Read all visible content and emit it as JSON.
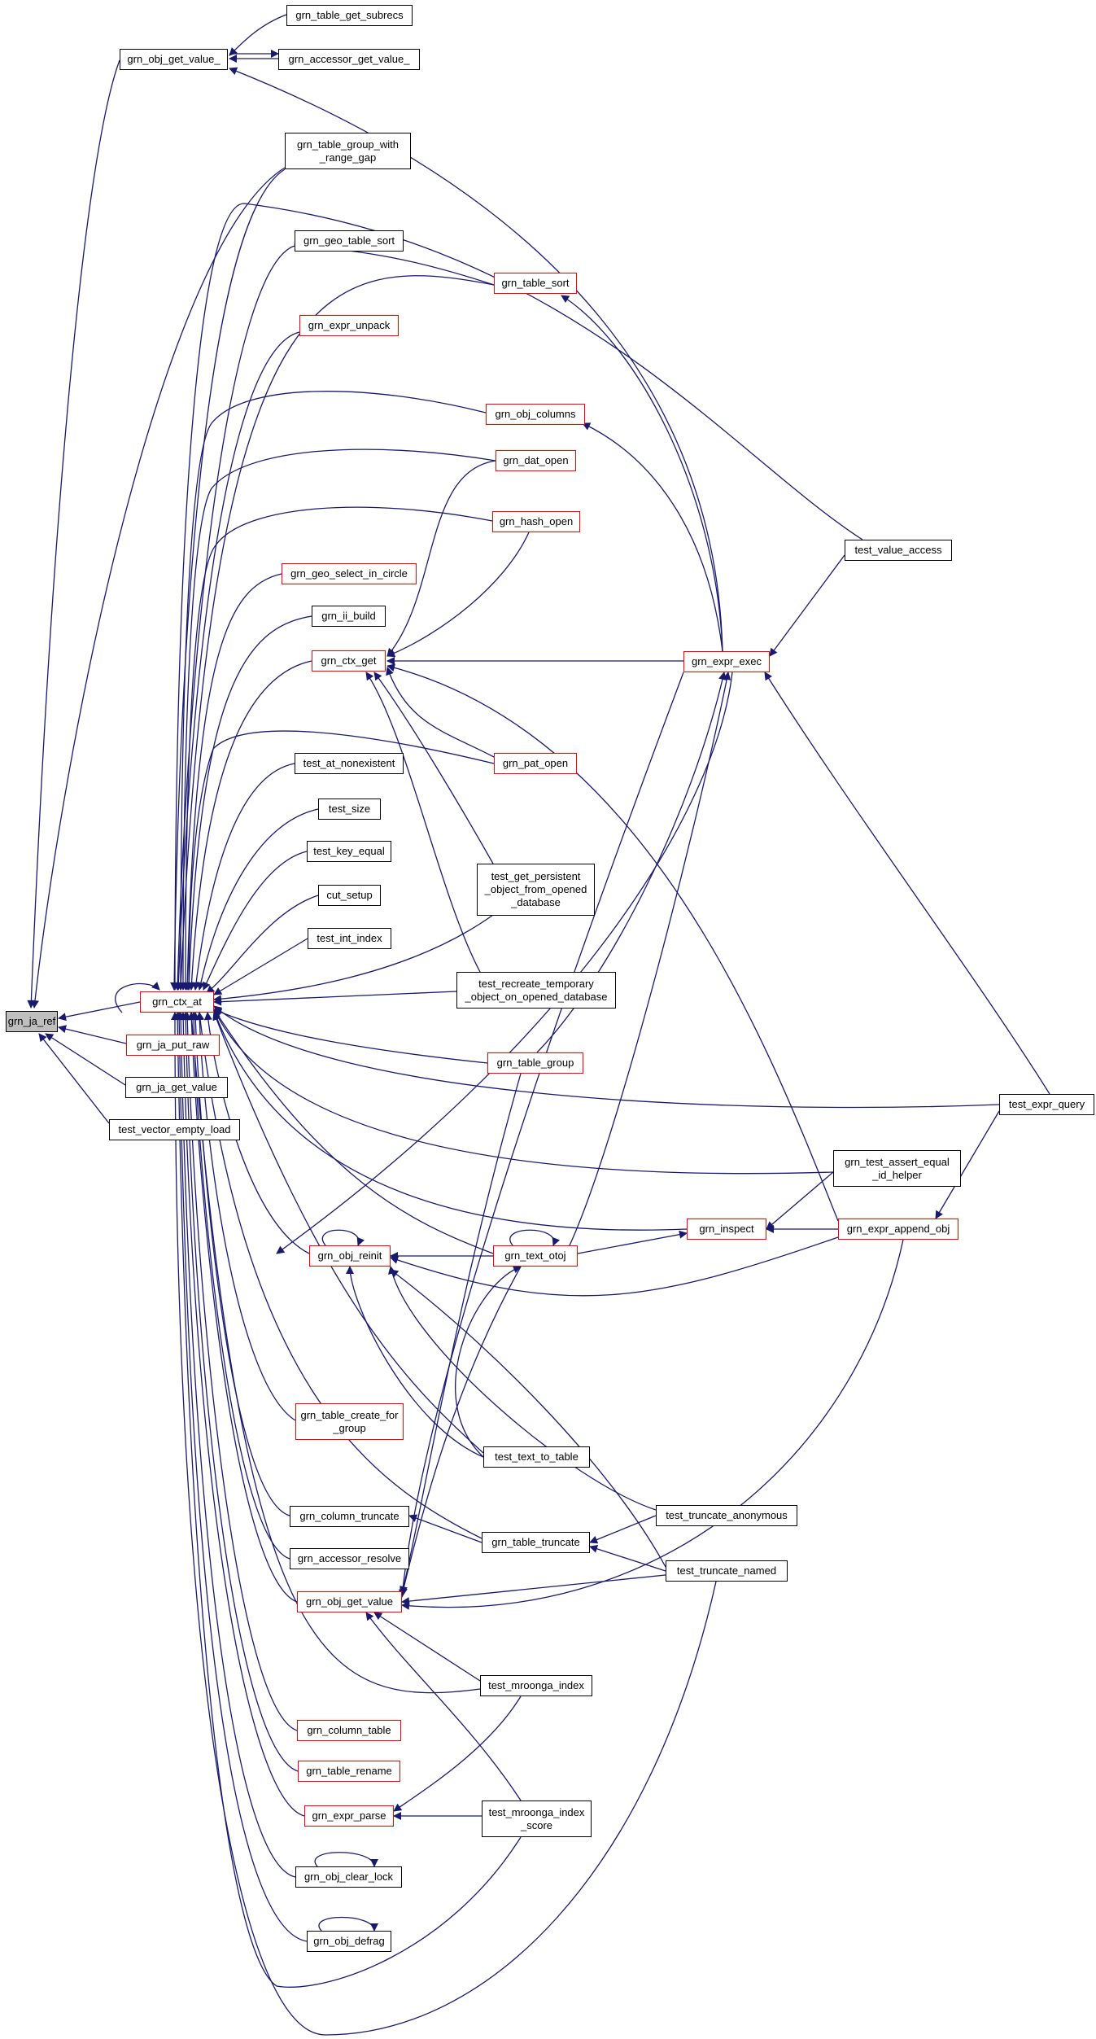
{
  "colors": {
    "edge": "#191970",
    "normal_border": "#000000",
    "highlight_border": "#ff0000",
    "root_fill": "#bfbfbf",
    "background": "#ffffff"
  },
  "nodes": [
    {
      "id": "grn_ja_ref",
      "label": "grn_ja_ref",
      "style": "root"
    },
    {
      "id": "grn_obj_get_value_",
      "label": "grn_obj_get_value_",
      "style": "normal"
    },
    {
      "id": "grn_table_get_subrecs",
      "label": "grn_table_get_subrecs",
      "style": "normal"
    },
    {
      "id": "grn_accessor_get_value_",
      "label": "grn_accessor_get_value_",
      "style": "normal"
    },
    {
      "id": "grn_table_group_with_range_gap",
      "label": "grn_table_group_with\n_range_gap",
      "style": "normal"
    },
    {
      "id": "grn_geo_table_sort",
      "label": "grn_geo_table_sort",
      "style": "normal"
    },
    {
      "id": "grn_table_sort",
      "label": "grn_table_sort",
      "style": "red"
    },
    {
      "id": "grn_expr_unpack",
      "label": "grn_expr_unpack",
      "style": "red"
    },
    {
      "id": "grn_obj_columns",
      "label": "grn_obj_columns",
      "style": "red"
    },
    {
      "id": "grn_dat_open",
      "label": "grn_dat_open",
      "style": "red"
    },
    {
      "id": "grn_hash_open",
      "label": "grn_hash_open",
      "style": "red"
    },
    {
      "id": "grn_geo_select_in_circle",
      "label": "grn_geo_select_in_circle",
      "style": "red"
    },
    {
      "id": "grn_ii_build",
      "label": "grn_ii_build",
      "style": "normal"
    },
    {
      "id": "grn_ctx_get",
      "label": "grn_ctx_get",
      "style": "red"
    },
    {
      "id": "grn_expr_exec",
      "label": "grn_expr_exec",
      "style": "red"
    },
    {
      "id": "test_value_access",
      "label": "test_value_access",
      "style": "normal"
    },
    {
      "id": "test_at_nonexistent",
      "label": "test_at_nonexistent",
      "style": "normal"
    },
    {
      "id": "grn_pat_open",
      "label": "grn_pat_open",
      "style": "red"
    },
    {
      "id": "test_size",
      "label": "test_size",
      "style": "normal"
    },
    {
      "id": "test_key_equal",
      "label": "test_key_equal",
      "style": "normal"
    },
    {
      "id": "cut_setup",
      "label": "cut_setup",
      "style": "normal"
    },
    {
      "id": "test_get_persistent",
      "label": "test_get_persistent\n_object_from_opened\n_database",
      "style": "normal"
    },
    {
      "id": "test_int_index",
      "label": "test_int_index",
      "style": "normal"
    },
    {
      "id": "test_recreate_temporary",
      "label": "test_recreate_temporary\n_object_on_opened_database",
      "style": "normal"
    },
    {
      "id": "grn_ctx_at",
      "label": "grn_ctx_at",
      "style": "red"
    },
    {
      "id": "grn_ja_put_raw",
      "label": "grn_ja_put_raw",
      "style": "red"
    },
    {
      "id": "grn_table_group",
      "label": "grn_table_group",
      "style": "red"
    },
    {
      "id": "grn_ja_get_value",
      "label": "grn_ja_get_value",
      "style": "normal"
    },
    {
      "id": "test_expr_query",
      "label": "test_expr_query",
      "style": "normal"
    },
    {
      "id": "test_vector_empty_load",
      "label": "test_vector_empty_load",
      "style": "normal"
    },
    {
      "id": "grn_test_assert_equal_id_helper",
      "label": "grn_test_assert_equal\n_id_helper",
      "style": "normal"
    },
    {
      "id": "grn_inspect",
      "label": "grn_inspect",
      "style": "red"
    },
    {
      "id": "grn_expr_append_obj",
      "label": "grn_expr_append_obj",
      "style": "red"
    },
    {
      "id": "grn_obj_reinit",
      "label": "grn_obj_reinit",
      "style": "red"
    },
    {
      "id": "grn_text_otoj",
      "label": "grn_text_otoj",
      "style": "red"
    },
    {
      "id": "grn_table_create_for_group",
      "label": "grn_table_create_for\n_group",
      "style": "red"
    },
    {
      "id": "test_text_to_table",
      "label": "test_text_to_table",
      "style": "normal"
    },
    {
      "id": "grn_column_truncate",
      "label": "grn_column_truncate",
      "style": "normal"
    },
    {
      "id": "test_truncate_anonymous",
      "label": "test_truncate_anonymous",
      "style": "normal"
    },
    {
      "id": "grn_table_truncate",
      "label": "grn_table_truncate",
      "style": "normal"
    },
    {
      "id": "grn_accessor_resolve",
      "label": "grn_accessor_resolve",
      "style": "normal"
    },
    {
      "id": "test_truncate_named",
      "label": "test_truncate_named",
      "style": "normal"
    },
    {
      "id": "grn_obj_get_value",
      "label": "grn_obj_get_value",
      "style": "red"
    },
    {
      "id": "test_mroonga_index",
      "label": "test_mroonga_index",
      "style": "normal"
    },
    {
      "id": "grn_column_table",
      "label": "grn_column_table",
      "style": "red"
    },
    {
      "id": "grn_table_rename",
      "label": "grn_table_rename",
      "style": "red"
    },
    {
      "id": "grn_expr_parse",
      "label": "grn_expr_parse",
      "style": "red"
    },
    {
      "id": "test_mroonga_index_score",
      "label": "test_mroonga_index\n_score",
      "style": "normal"
    },
    {
      "id": "grn_obj_clear_lock",
      "label": "grn_obj_clear_lock",
      "style": "normal"
    },
    {
      "id": "grn_obj_defrag",
      "label": "grn_obj_defrag",
      "style": "normal"
    }
  ]
}
